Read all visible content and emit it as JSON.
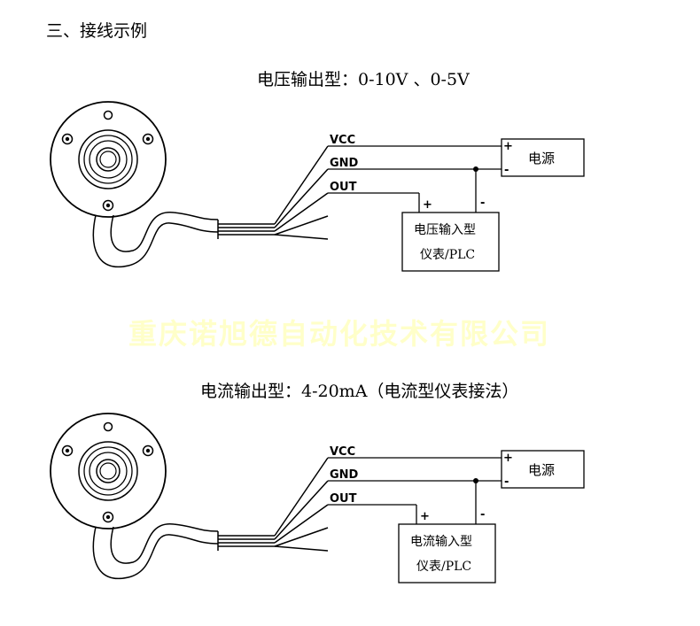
{
  "section_title": "三、接线示例",
  "watermark": "重庆诺旭德自动化技术有限公司",
  "diagrams": [
    {
      "title": "电压输出型：0-10V 、0-5V",
      "wires": {
        "vcc": "VCC",
        "gnd": "GND",
        "out": "OUT"
      },
      "power": {
        "label": "电源",
        "plus": "+",
        "minus": "-"
      },
      "meter": {
        "line1": "电压输入型",
        "line2": "仪表/PLC",
        "plus": "+",
        "minus": "-"
      }
    },
    {
      "title": "电流输出型：4-20mA（电流型仪表接法）",
      "wires": {
        "vcc": "VCC",
        "gnd": "GND",
        "out": "OUT"
      },
      "power": {
        "label": "电源",
        "plus": "+",
        "minus": "-"
      },
      "meter": {
        "line1": "电流输入型",
        "line2": "仪表/PLC",
        "plus": "+",
        "minus": "-"
      }
    }
  ]
}
